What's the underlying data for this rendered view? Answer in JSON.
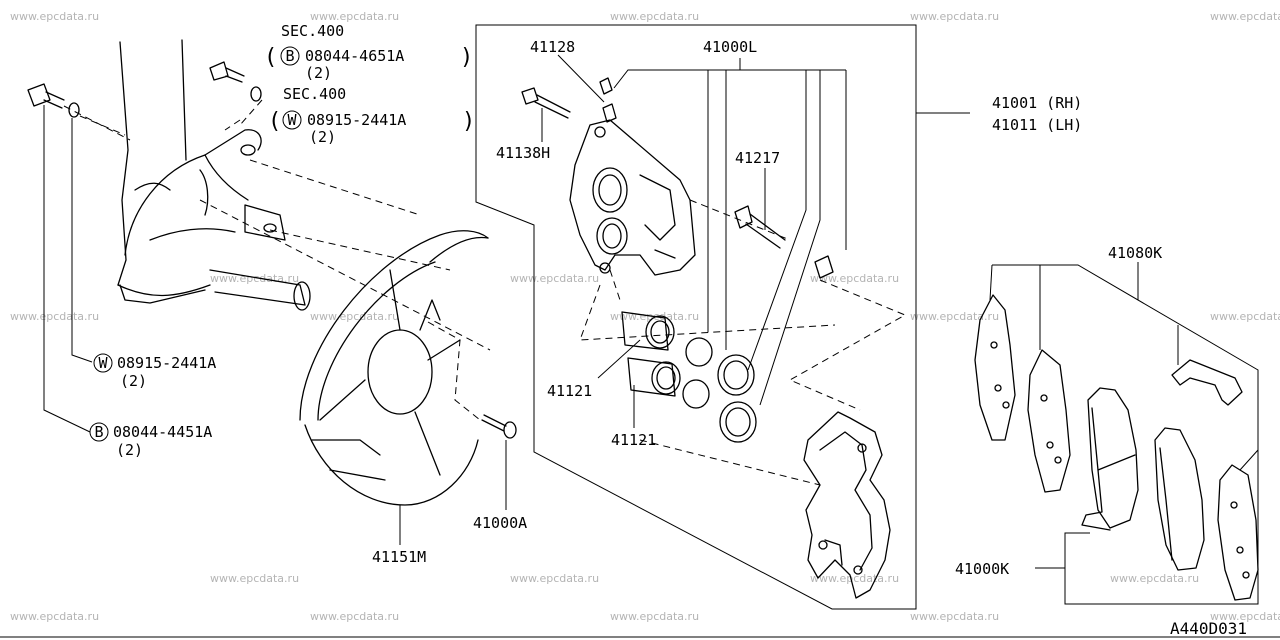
{
  "diagram_code": "A440D031",
  "watermark": "www.epcdata.ru",
  "labels": {
    "sec400_a": "SEC.400",
    "bolt_b_4651": "08044-4651A",
    "bolt_b_4651_qty": "(2)",
    "sec400_b": "SEC.400",
    "washer_w_2441_top": "08915-2441A",
    "washer_w_2441_top_qty": "(2)",
    "washer_w_2441_left": "08915-2441A",
    "washer_w_2441_left_qty": "(2)",
    "bolt_b_4451": "08044-4451A",
    "bolt_b_4451_qty": "(2)",
    "p41128": "41128",
    "p41000L": "41000L",
    "p41138H": "41138H",
    "p41217": "41217",
    "p41001": "41001 (RH)",
    "p41011": "41011 (LH)",
    "p41121_a": "41121",
    "p41121_b": "41121",
    "p41151M": "41151M",
    "p41000A": "41000A",
    "p41080K": "41080K",
    "p41000K": "41000K"
  },
  "prefix_marks": {
    "bolt": "B",
    "washer": "W"
  }
}
